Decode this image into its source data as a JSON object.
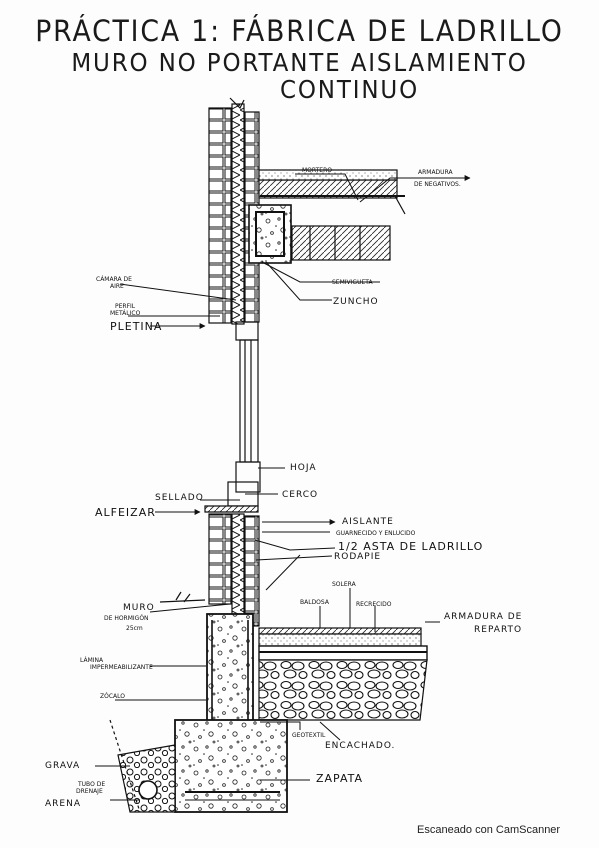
{
  "title": {
    "line1": "PRÁCTICA 1: FÁBRICA DE LADRILLO",
    "line2": "MURO NO PORTANTE AISLAMIENTO",
    "line3": "CONTINUO"
  },
  "labels": {
    "mortero": "MORTERO",
    "armadura_neg_1": "ARMADURA",
    "armadura_neg_2": "DE NEGATIVOS.",
    "semivigueta": "SEMIVIGUETA",
    "zuncho": "ZUNCHO",
    "camara_1": "CÁMARA DE",
    "camara_2": "AIRE",
    "perfil_1": "PERFIL",
    "perfil_2": "METÁLICO",
    "pletina": "PLETINA",
    "hoja": "HOJA",
    "sellado": "SELLADO",
    "alfeizar": "ALFEIZAR",
    "cerco": "CERCO",
    "aislante": "AISLANTE",
    "guarnecido": "GUARNECIDO Y ENLUCIDO",
    "asta": "1/2 ASTA DE LADRILLO",
    "rodapie": "RODAPIE",
    "solera": "SOLERA",
    "baldosa": "BALDOSA",
    "recrecido": "RECRECIDO",
    "armadura_rep_1": "ARMADURA DE",
    "armadura_rep_2": "REPARTO",
    "muro_1": "MURO",
    "muro_2": "DE HORMIGÓN",
    "muro_3": "25cm",
    "lamina_1": "LÁMINA",
    "lamina_2": "IMPERMEABILIZANTE",
    "zocalo": "ZÓCALO",
    "geotextil": "GEOTEXTIL",
    "encachado": "ENCACHADO.",
    "grava": "GRAVA",
    "tubo_1": "TUBO DE",
    "tubo_2": "DRENAJE",
    "arena": "ARENA",
    "zapata": "ZAPATA"
  },
  "watermark": "Escaneado con CamScanner"
}
